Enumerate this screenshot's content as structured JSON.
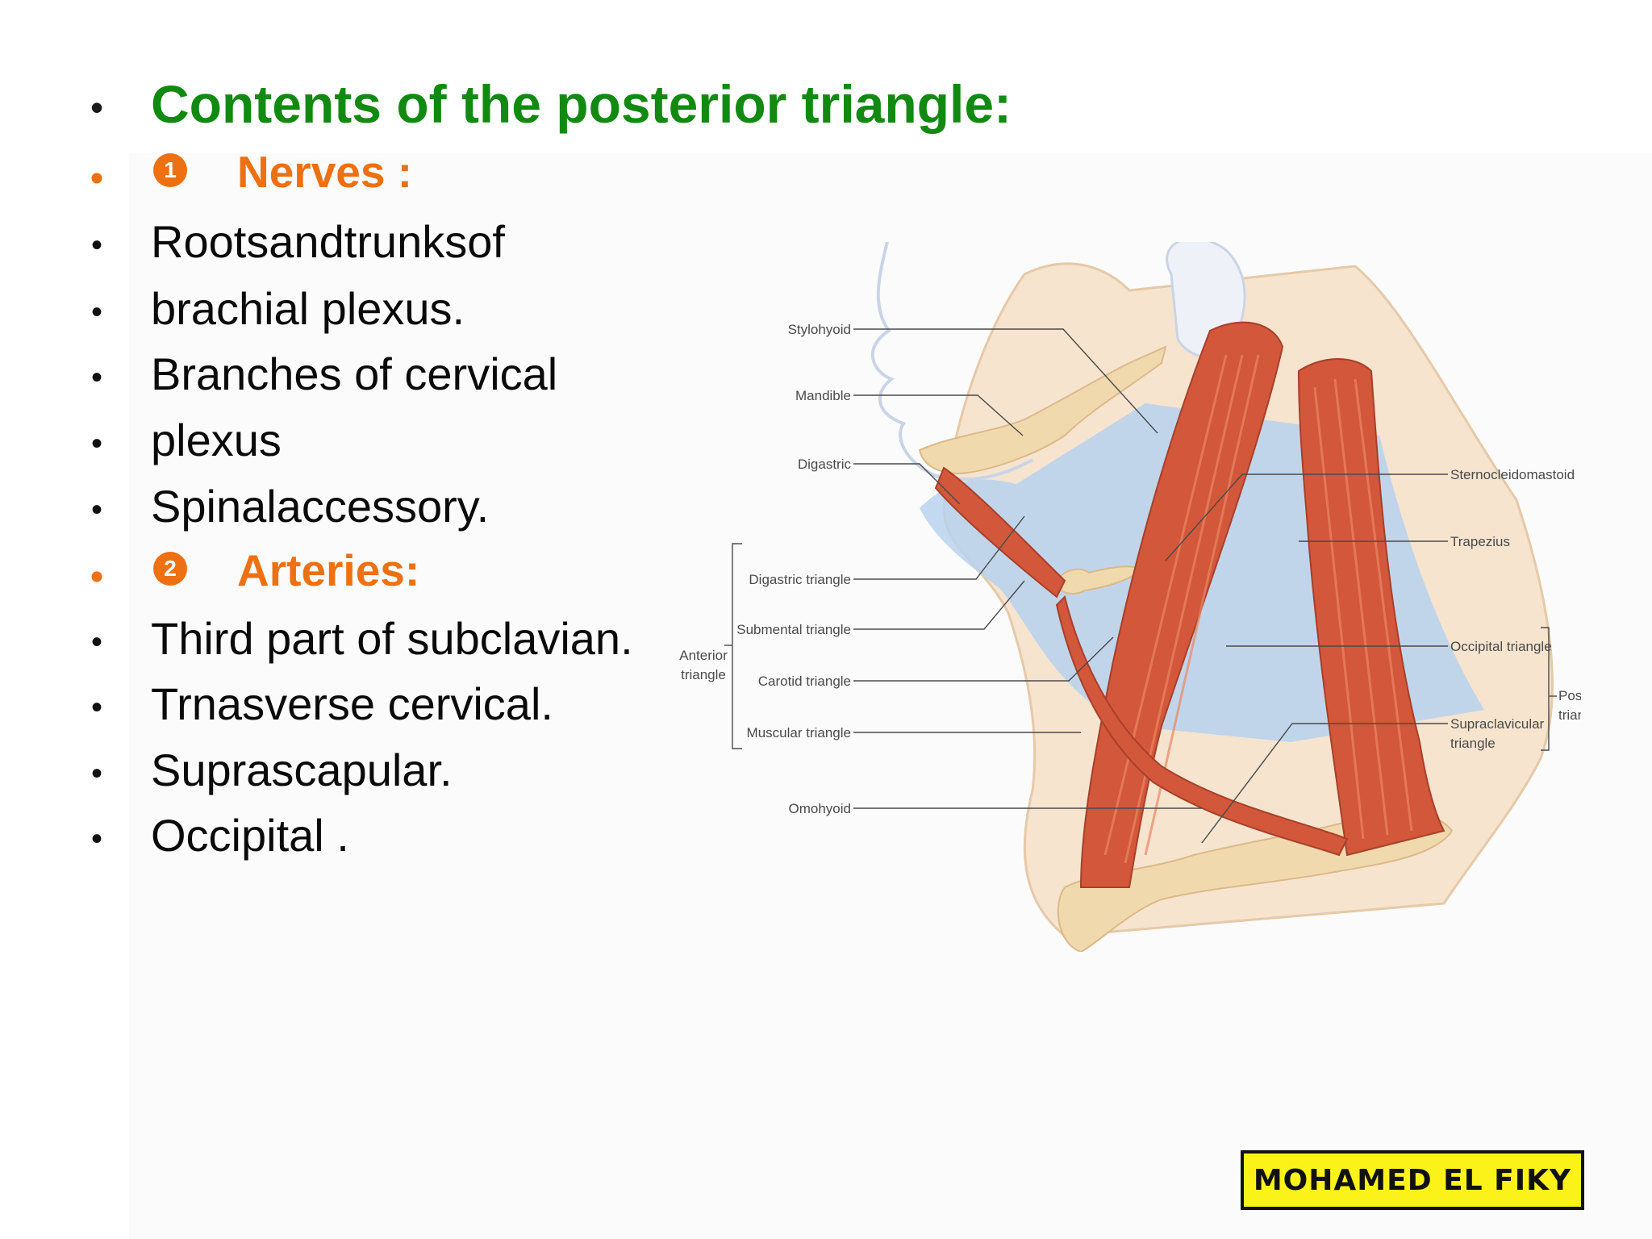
{
  "heading": "Contents of the posterior triangle:",
  "sections": [
    {
      "number": "1",
      "label": "Nerves :",
      "items": [
        "Rootsandtrunksof",
        "brachial plexus.",
        "Branches of cervical",
        "plexus",
        "Spinalaccessory."
      ]
    },
    {
      "number": "2",
      "label": "Arteries:",
      "items": [
        "Third part of subclavian.",
        "Trnasverse cervical.",
        "Suprascapular.",
        "Occipital ."
      ]
    }
  ],
  "figure": {
    "left_labels": [
      "Stylohyoid",
      "Mandible",
      "Digastric",
      "Digastric triangle",
      "Submental triangle",
      "Carotid triangle",
      "Muscular triangle",
      "Omohyoid"
    ],
    "anterior_group": [
      "Anterior",
      "triangle"
    ],
    "right_labels": [
      "Sternocleidomastoid",
      "Trapezius",
      "Occipital triangle",
      "Supraclavicular",
      "triangle"
    ],
    "posterior_group": [
      "Posterior",
      "triangle"
    ]
  },
  "watermark": "MOHAMED EL FIKY",
  "colors": {
    "heading": "#128a12",
    "section": "#ee7011",
    "text": "#0a0a0a",
    "muscle": "#d3573a",
    "bone": "#f1d9ae",
    "space": "#b7d2ef",
    "watermark_bg": "#fbf21a"
  }
}
